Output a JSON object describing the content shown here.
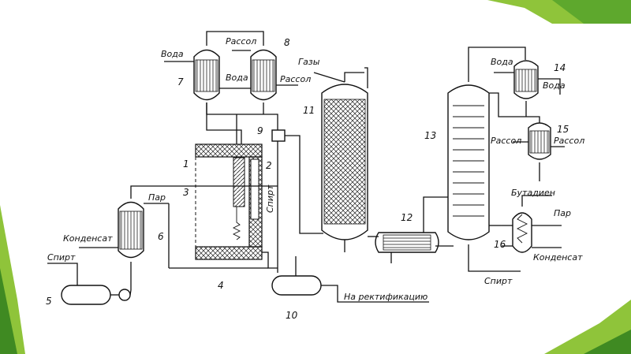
{
  "diagram": {
    "numbers": [
      "1",
      "2",
      "3",
      "4",
      "5",
      "6",
      "7",
      "8",
      "9",
      "10",
      "11",
      "12",
      "13",
      "14",
      "15",
      "16"
    ],
    "labels": {
      "voda_7": "Вода",
      "rassol_top": "Рассол",
      "voda_mid": "Вода",
      "rassol_8": "Рассол",
      "gazy": "Газы",
      "voda_14a": "Вода",
      "voda_14b": "Вода",
      "rassol_15a": "Рассол",
      "rassol_15b": "Рассол",
      "butadien": "Бутадиен",
      "par_16": "Пар",
      "kondensat_16": "Конденсат",
      "spirt_bottom": "Спирт",
      "par_6": "Пар",
      "kondensat_6": "Конденсат",
      "spirt_left": "Спирт",
      "spirt_vertical": "Спирт",
      "rektifikaciya": "На ректификацию"
    }
  },
  "colors": {
    "background": "#ffffff",
    "accent_green_light": "#8fc43a",
    "accent_green_dark": "#3f8a22"
  }
}
